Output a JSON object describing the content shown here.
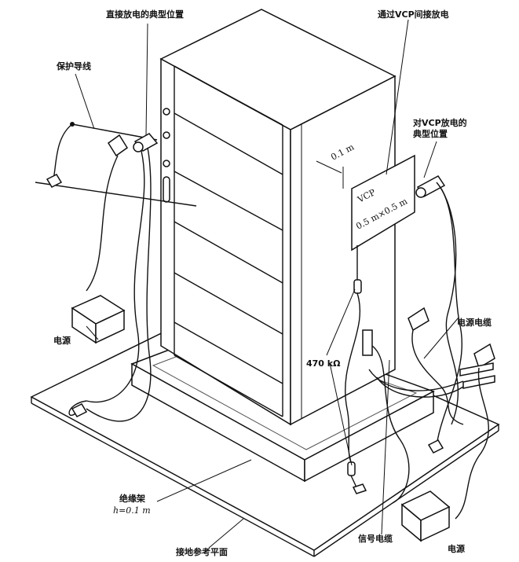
{
  "labels": {
    "direct_discharge": "直接放电的典型位置",
    "indirect_discharge": "通过VCP间接放电",
    "protective_conductor": "保护导线",
    "vcp_discharge_line1": "对VCP放电的",
    "vcp_discharge_line2": "典型位置",
    "gap": "0.1 m",
    "vcp_line1": "VCP",
    "vcp_line2": "0.5 m×0.5 m",
    "power_left": "电源",
    "resistor": "470 kΩ",
    "power_cable": "电源电缆",
    "insulating_support_line1": "绝缘架",
    "insulating_support_line2": "h=0.1 m",
    "ground_plane": "接地参考平面",
    "signal_cable": "信号电缆",
    "power_right": "电源"
  }
}
